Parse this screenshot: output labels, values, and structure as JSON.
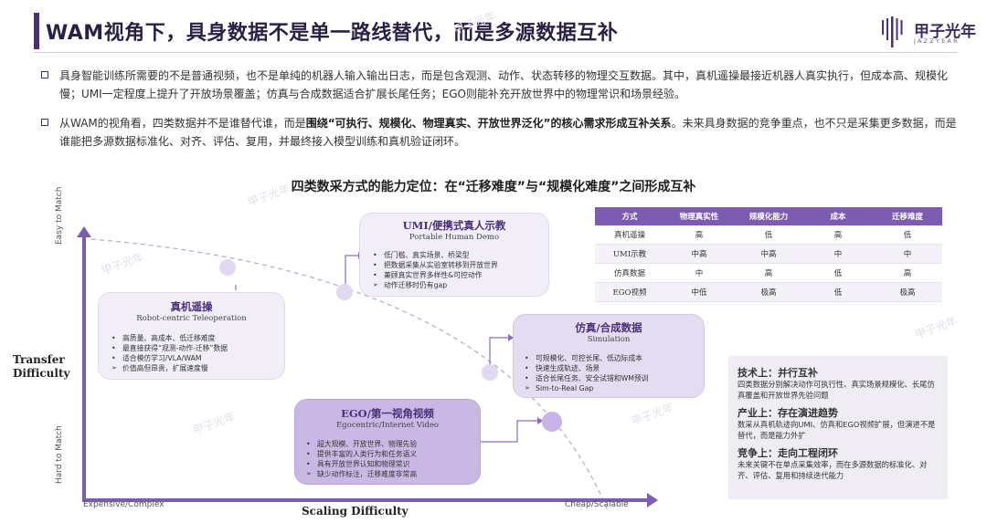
{
  "header": {
    "title": "WAM视角下，具身数据不是单一路线替代，而是多源数据互补",
    "logo_cn": "甲子光年",
    "logo_en": "JAZZYEAR"
  },
  "bullets": [
    {
      "pre": "具身智能训练所需要的不是普通视频，也不是单纯的机器人输入输出日志，而是包含观测、动作、状态转移的物理交互数据。其中，真机遥操最接近机器人真实执行，但成本高、规模化慢；UMI一定程度上提升了开放场景覆盖；仿真与合成数据适合扩展长尾任务；EGO则能补充开放世界中的物理常识和场景经验。",
      "bold": "",
      "post": ""
    },
    {
      "pre": "从WAM的视角看，四类数据并不是谁替代谁，而是",
      "bold": "围绕“可执行、规模化、物理真实、开放世界泛化”的核心需求形成互补关系",
      "post": "。未来具身数据的竞争重点，也不只是采集更多数据，而是谁能把多源数据标准化、对齐、评估、复用，并最终接入模型训练和真机验证闭环。"
    }
  ],
  "diagram": {
    "title": "四类数采方式的能力定位：在“迁移难度”与“规模化难度”之间形成互补",
    "y_axis": {
      "title_line1": "Transfer",
      "title_line2": "Difficulty",
      "top": "Easy to Match",
      "bottom": "Hard to Match"
    },
    "x_axis": {
      "title": "Scaling Difficulty",
      "left": "Expensive/Complex",
      "right": "Cheap/Scalable"
    },
    "boxes": {
      "umi": {
        "title": "UMI/便携式真人示教",
        "subtitle": "Portable Human Demo",
        "items": [
          "低门槛、真实场景、桥梁型",
          "把数据采集从实验室转移到开放世界",
          "兼顾真实世界多样性&可控动作",
          "动作迁移时仍有gap"
        ]
      },
      "tele": {
        "title": "真机遥操",
        "subtitle": "Robot-centric Teleoperation",
        "items": [
          "高质量、高成本、低迁移难度",
          "最直接获得“观测-动作-迁移”数据",
          "适合模仿学习/VLA/WAM",
          "价值高但昂贵，扩展速度慢"
        ]
      },
      "sim": {
        "title": "仿真/合成数据",
        "subtitle": "Simulation",
        "items": [
          "可规模化、可控长尾、低边际成本",
          "快速生成轨迹、场景",
          "适合长尾任务、安全试错和WM预训",
          "Sim-to-Real Gap"
        ]
      },
      "ego": {
        "title": "EGO/第一视角视频",
        "subtitle": "Egocentric/Internet Video",
        "items": [
          "超大规模、开放世界、物理先验",
          "提供丰富的人类行为和任务语义",
          "具有开放世界认知和物理常识",
          "缺少动作标注，迁移难度非常高"
        ]
      }
    }
  },
  "table": {
    "headers": [
      "方式",
      "物理真实性",
      "规模化能力",
      "成本",
      "迁移难度"
    ],
    "rows": [
      [
        "真机遥操",
        "高",
        "低",
        "高",
        "低"
      ],
      [
        "UMI示教",
        "中高",
        "中高",
        "中",
        "中"
      ],
      [
        "仿真数据",
        "中",
        "高",
        "低",
        "高"
      ],
      [
        "EGO视频",
        "中低",
        "极高",
        "低",
        "极高"
      ]
    ]
  },
  "notes": [
    {
      "heading": "技术上：并行互补",
      "text": "四类数据分别解决动作可执行性、真实场景规模化、长尾仿真覆盖和开放世界先验问题"
    },
    {
      "heading": "产业上：存在演进趋势",
      "text": "数采从真机轨迹向UMI、仿真和EGO视频扩展，但演进不是替代，而是能力外扩"
    },
    {
      "heading": "竞争上：走向工程闭环",
      "text": "未来关键不在单点采集效率，而在多源数据的标准化、对齐、评估、复用和持续迭代能力"
    }
  ],
  "watermark": "甲子光年",
  "colors": {
    "brand": "#4a2f7a",
    "accent": "#7b5cb0"
  }
}
